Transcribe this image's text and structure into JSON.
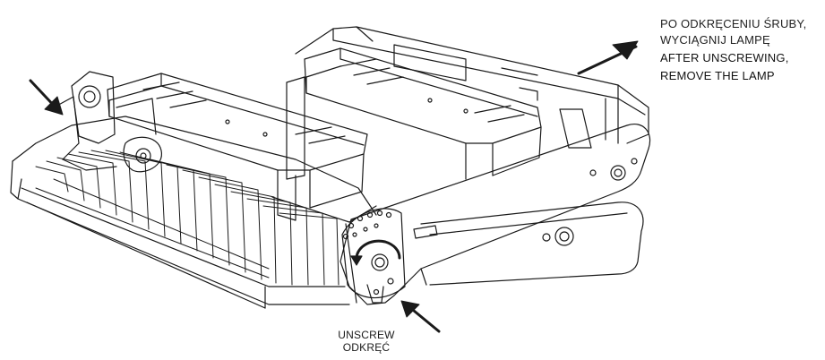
{
  "instructions": {
    "polish_line1": "PO ODKRĘCENIU ŚRUBY,",
    "polish_line2": "WYCIĄGNIJ LAMPĘ",
    "english_line1": "AFTER UNSCREWING,",
    "english_line2": "REMOVE THE LAMP"
  },
  "screw_callout": {
    "english": "UNSCREW",
    "polish": "ODKRĘĆ"
  },
  "colors": {
    "line": "#1a1a1a",
    "background": "#ffffff"
  },
  "icons": [
    "arrow-remove-icon",
    "arrow-left-icon",
    "arrow-unscrew-icon",
    "rotate-arrow-icon"
  ]
}
